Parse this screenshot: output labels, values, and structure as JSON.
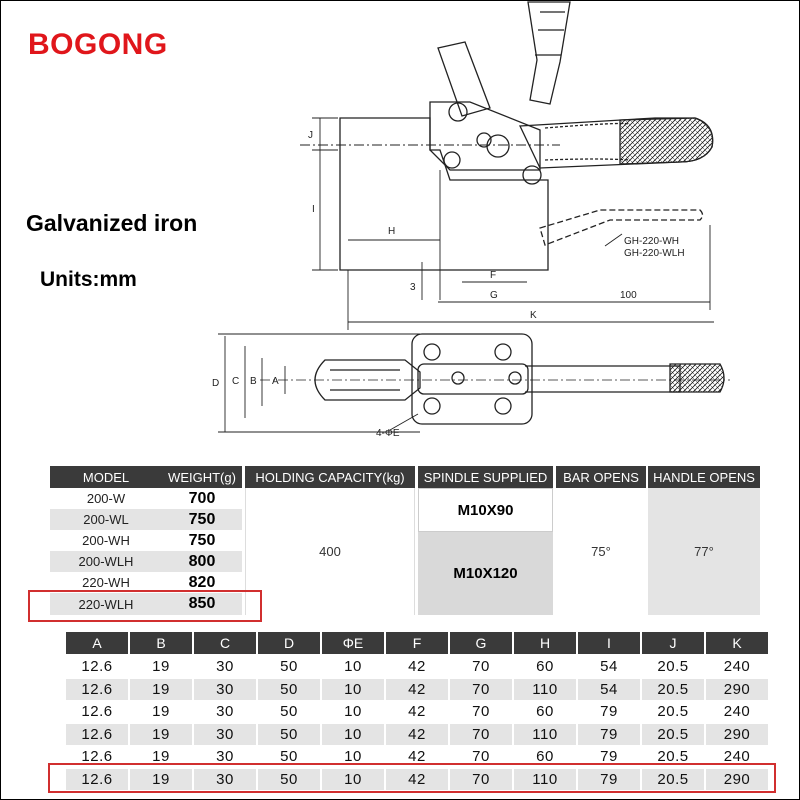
{
  "brand": "BOGONG",
  "material": "Galvanized iron",
  "units": "Units:mm",
  "drawing": {
    "model_labels": [
      "GH-220-WH",
      "GH-220-WLH"
    ],
    "dim_labels": {
      "J": "J",
      "I": "I",
      "H": "H",
      "F": "F",
      "G": "G",
      "three": "3",
      "hundred": "100",
      "K": "K",
      "D": "D",
      "C": "C",
      "B": "B",
      "A": "A",
      "hole": "4-ΦE"
    }
  },
  "spec_table": {
    "headers": [
      "MODEL",
      "WEIGHT(g)",
      "HOLDING CAPACITY(kg)",
      "SPINDLE SUPPLIED",
      "BAR OPENS",
      "HANDLE OPENS"
    ],
    "rows": [
      {
        "model": "200-W",
        "weight": "700"
      },
      {
        "model": "200-WL",
        "weight": "750"
      },
      {
        "model": "200-WH",
        "weight": "750"
      },
      {
        "model": "200-WLH",
        "weight": "800"
      },
      {
        "model": "220-WH",
        "weight": "820"
      },
      {
        "model": "220-WLH",
        "weight": "850"
      }
    ],
    "holding_capacity": "400",
    "spindle": [
      "M10X90",
      "M10X120"
    ],
    "bar_opens": "75°",
    "handle_opens": "77°"
  },
  "dim_table": {
    "headers": [
      "A",
      "B",
      "C",
      "D",
      "ΦE",
      "F",
      "G",
      "H",
      "I",
      "J",
      "K"
    ],
    "rows": [
      [
        "12.6",
        "19",
        "30",
        "50",
        "10",
        "42",
        "70",
        "60",
        "54",
        "20.5",
        "240"
      ],
      [
        "12.6",
        "19",
        "30",
        "50",
        "10",
        "42",
        "70",
        "110",
        "54",
        "20.5",
        "290"
      ],
      [
        "12.6",
        "19",
        "30",
        "50",
        "10",
        "42",
        "70",
        "60",
        "79",
        "20.5",
        "240"
      ],
      [
        "12.6",
        "19",
        "30",
        "50",
        "10",
        "42",
        "70",
        "110",
        "79",
        "20.5",
        "290"
      ],
      [
        "12.6",
        "19",
        "30",
        "50",
        "10",
        "42",
        "70",
        "60",
        "79",
        "20.5",
        "240"
      ],
      [
        "12.6",
        "19",
        "30",
        "50",
        "10",
        "42",
        "70",
        "110",
        "79",
        "20.5",
        "290"
      ]
    ]
  },
  "colors": {
    "brand": "#e0161b",
    "highlight": "#d12f2f",
    "header": "#3a3a3a"
  }
}
